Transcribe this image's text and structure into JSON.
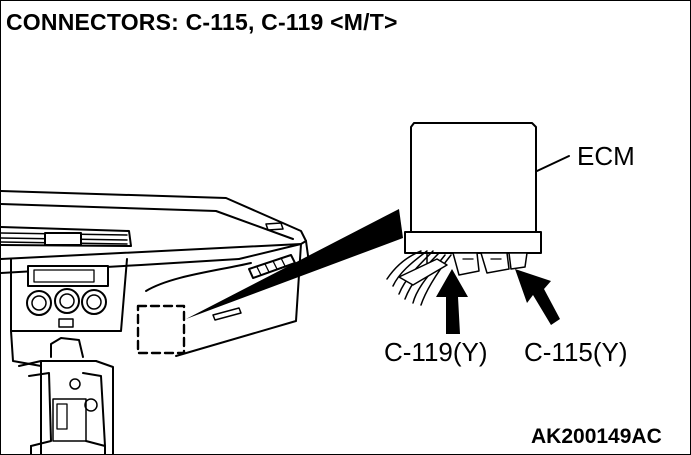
{
  "title": "CONNECTORS: C-115, C-119 <M/T>",
  "labels": {
    "ecm": "ECM",
    "c119": "C-119(Y)",
    "c115": "C-115(Y)"
  },
  "reference_code": "AK200149AC",
  "colors": {
    "line": "#000000",
    "background": "#ffffff"
  }
}
